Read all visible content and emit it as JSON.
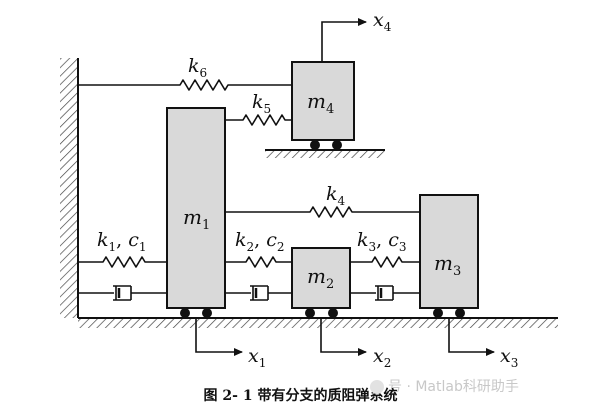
{
  "masses": [
    {
      "id": "m1",
      "label": "m",
      "sub": "1"
    },
    {
      "id": "m2",
      "label": "m",
      "sub": "2"
    },
    {
      "id": "m3",
      "label": "m",
      "sub": "3"
    },
    {
      "id": "m4",
      "label": "m",
      "sub": "4"
    }
  ],
  "springs": {
    "k6": {
      "label": "k",
      "sub": "6"
    },
    "k5": {
      "label": "k",
      "sub": "5"
    },
    "k4": {
      "label": "k",
      "sub": "4"
    },
    "k1c1": {
      "k": "k",
      "ksub": "1",
      "sep": ", ",
      "c": "c",
      "csub": "1"
    },
    "k2c2": {
      "k": "k",
      "ksub": "2",
      "sep": ", ",
      "c": "c",
      "csub": "2"
    },
    "k3c3": {
      "k": "k",
      "ksub": "3",
      "sep": ", ",
      "c": "c",
      "csub": "3"
    }
  },
  "displacements": [
    {
      "id": "x1",
      "label": "x",
      "sub": "1"
    },
    {
      "id": "x2",
      "label": "x",
      "sub": "2"
    },
    {
      "id": "x3",
      "label": "x",
      "sub": "3"
    },
    {
      "id": "x4",
      "label": "x",
      "sub": "4"
    }
  ],
  "caption": "图 2- 1  带有分支的质阻弹系统",
  "watermark": "号 · Matlab科研助手"
}
